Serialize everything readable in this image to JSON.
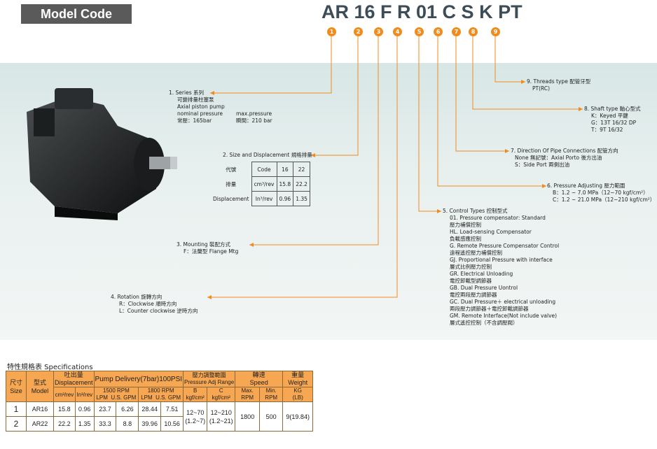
{
  "header": {
    "badge": "Model Code",
    "code": "AR 16 F R 01 C S K PT",
    "markers": [
      "1",
      "2",
      "3",
      "4",
      "5",
      "6",
      "7",
      "8",
      "9"
    ]
  },
  "items": {
    "series": {
      "title": "1. Series 系列",
      "lines": [
        "可變排量柱塞泵",
        "Axial piston pump"
      ],
      "p1a": "nominal pressure",
      "p1b": "max.pressure",
      "p2a": "常壓：165bar",
      "p2b": "瞬間：210 bar"
    },
    "size": {
      "title": "2. Size and Displacement 規格排量",
      "rows": [
        [
          "代號",
          "Code",
          "16",
          "22"
        ],
        [
          "排量",
          "cm³/rev",
          "15.8",
          "22.2"
        ],
        [
          "Displacement",
          "In³/rev",
          "0.96",
          "1.35"
        ]
      ]
    },
    "mounting": {
      "title": "3. Mounting 裝配方式",
      "lines": [
        "F：法蘭型 Flange Mtg"
      ]
    },
    "rotation": {
      "title": "4. Rotation 旋轉方向",
      "lines": [
        "R：Clockwise 順時方向",
        "L：Counter clockwise 逆時方向"
      ]
    },
    "control": {
      "title": "5. Control Types 控制型式",
      "lines": [
        "01.    Pressure compensator: Standard",
        "          壓力補償控制",
        "HL. Load-sensing Compensator",
        "          負載感應控制",
        "G.    Remote Pressure Compensator Control",
        "          遠程遙控壓力補償控制",
        "GJ. Proportional Pressure with interface",
        "          層式比例壓力控制",
        "GR. Electrical Unloading",
        "          電控卸載型調節器",
        "GB. Dual Pressure Uontrol",
        "          電控兩段壓力調節器",
        "GC. Dual Pressure＋ electrical unloading",
        "          兩段壓力調節器＋電控卸載調節器",
        "GM. Remote Interface(Not include valve)",
        "          層式遙控控制（不含調壓閥）"
      ]
    },
    "pressure": {
      "title": "6. Pressure Adjusting 壓力範圍",
      "lines": [
        "B：1.2 ~ 7.0 MPa（12~70 kgf/cm²）",
        "C：1.2 ~ 21.0 MPa（12~210 kgf/cm²）"
      ]
    },
    "direction": {
      "title": "7. Direction Of Pipe Connections 配管方向",
      "lines": [
        "None 無記號：Axial Porto 後方出油",
        "S：Side Port 兩側出油"
      ]
    },
    "shaft": {
      "title": "8. Shaft type 軸心型式",
      "lines": [
        "K：Keyed 平鍵",
        "G：13T 16/32 DP",
        "T：9T 16/32"
      ]
    },
    "threads": {
      "title": "9. Threads type 配管牙型",
      "lines": [
        "PT(RC)"
      ]
    }
  },
  "spec": {
    "title": "特性規格表 Specifications",
    "h_size": "尺寸\nSize",
    "h_model": "型式\nModel",
    "h_disp": "吐出量\nDisplacement",
    "h_pump": "Pump Delivery(7bar)100PSI",
    "h_press": "壓力調整範圍\nPressure Adj Range",
    "h_speed": "轉速\nSpeed",
    "h_weight": "重量\nWeight",
    "h_1500": "1500 RPM",
    "h_1800": "1800 RPM",
    "sub": [
      "cm³/rev",
      "In³/rev",
      "LPM",
      "U.S. GPM",
      "LPM",
      "U.S. GPM",
      "B\nkgf/cm²",
      "C\nkgf/cm²",
      "Max.\nRPM",
      "Min.\nRPM",
      "KG\n(LB)"
    ],
    "rows": [
      {
        "size": "1",
        "model": "AR16",
        "cm": "15.8",
        "in": "0.96",
        "lpm15": "23.7",
        "gpm15": "6.26",
        "lpm18": "28.44",
        "gpm18": "7.51"
      },
      {
        "size": "2",
        "model": "AR22",
        "cm": "22.2",
        "in": "1.35",
        "lpm15": "33.3",
        "gpm15": "8.8",
        "lpm18": "39.96",
        "gpm18": "10.56"
      }
    ],
    "b": "12~70\n(1.2~7)",
    "c": "12~210\n(1.2~21)",
    "max": "1800",
    "min": "500",
    "kg": "9(19.84)"
  }
}
